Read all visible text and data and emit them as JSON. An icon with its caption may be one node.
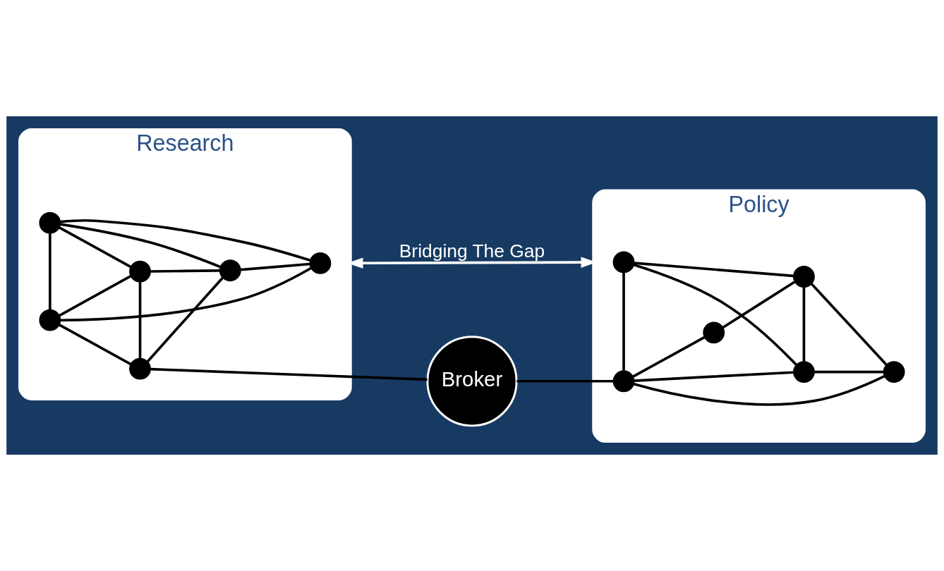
{
  "diagram": {
    "nodes": [
      {
        "text": [
          "Research"
        ]
      },
      {
        "text": [],
        "shape": "circle",
        "in": 0
      },
      {
        "text": [],
        "shape": "circle",
        "in": 0
      },
      {
        "text": [],
        "shape": "circle",
        "in": 0
      },
      {
        "text": [],
        "shape": "circle",
        "in": 0
      },
      {
        "text": [],
        "shape": "circle",
        "in": 0
      },
      {
        "text": [],
        "shape": "circle",
        "in": 0
      },
      {
        "text": [
          "Broker"
        ]
      },
      {
        "text": [
          "Policy"
        ]
      },
      {
        "text": [],
        "shape": "circle",
        "in": 8
      },
      {
        "text": [],
        "shape": "circle",
        "in": 8
      },
      {
        "text": [],
        "shape": "circle",
        "in": 8
      },
      {
        "text": [],
        "shape": "circle",
        "in": 8
      },
      {
        "text": [],
        "shape": "circle",
        "in": 8
      },
      {
        "text": [],
        "shape": "circle",
        "in": 8
      }
    ],
    "edges": [
      {
        "from": 1,
        "to": 7,
        "arrow": "none"
      },
      {
        "from": 7,
        "to": 10,
        "arrow": "none"
      },
      {
        "from": 1,
        "to": 2,
        "arrow": "none"
      },
      {
        "from": 1,
        "to": 3,
        "arrow": "none"
      },
      {
        "from": 1,
        "to": 6,
        "arrow": "none"
      },
      {
        "from": 2,
        "to": 3,
        "arrow": "none"
      },
      {
        "from": 2,
        "to": 4,
        "arrow": "none"
      },
      {
        "from": 2,
        "to": 5,
        "arrow": "none"
      },
      {
        "from": 3,
        "to": 5,
        "arrow": "none"
      },
      {
        "from": 3,
        "to": 6,
        "arrow": "none"
      },
      {
        "from": 5,
        "to": 4,
        "arrow": "none"
      },
      {
        "from": 5,
        "to": 6,
        "arrow": "none"
      },
      {
        "from": 4,
        "to": 6,
        "arrow": "none"
      },
      {
        "from": 9,
        "to": 10,
        "arrow": "none"
      },
      {
        "from": 9,
        "to": 14,
        "arrow": "none"
      },
      {
        "from": 10,
        "to": 11,
        "arrow": "none"
      },
      {
        "from": 10,
        "to": 12,
        "arrow": "none"
      },
      {
        "from": 10,
        "to": 13,
        "arrow": "none"
      },
      {
        "from": 11,
        "to": 13,
        "arrow": "none"
      },
      {
        "from": 11,
        "to": 14,
        "arrow": "none"
      },
      {
        "from": 11,
        "to": 12,
        "arrow": "none"
      },
      {
        "from": 12,
        "to": 14,
        "arrow": "none"
      },
      {
        "from": 13,
        "to": 14,
        "arrow": "none"
      },
      {
        "from": 0,
        "to": 8,
        "arrow": "both",
        "label": "Bridging The Gap",
        "color": "#ffffff"
      }
    ]
  }
}
